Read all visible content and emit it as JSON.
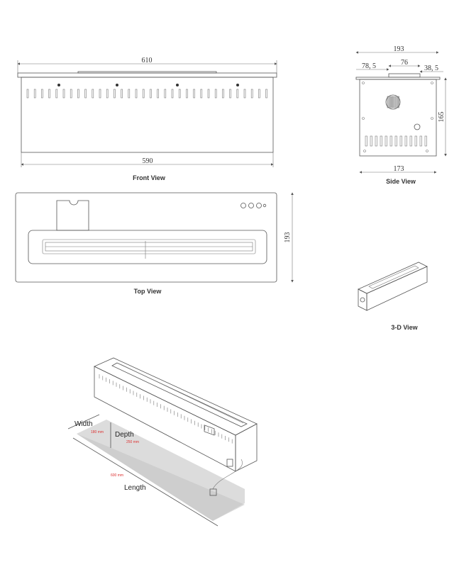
{
  "front_view": {
    "label": "Front View",
    "top_width": "610",
    "body_width": "590"
  },
  "top_view": {
    "label": "Top View",
    "depth": "193"
  },
  "side_view": {
    "label": "Side View",
    "top_width": "193",
    "left_offset": "78, 5",
    "center_width": "76",
    "right_offset": "38, 5",
    "height": "165",
    "bottom_width": "173"
  },
  "iso_view": {
    "label": "3-D View"
  },
  "install": {
    "width_label": "Width",
    "width_value": "180 mm",
    "depth_label": "Depth",
    "depth_value": "250 mm",
    "length_label": "Length",
    "length_value": "600 mm"
  },
  "colors": {
    "line": "#555555",
    "annotation": "#dd3333",
    "recess": "#d8d8d8"
  }
}
